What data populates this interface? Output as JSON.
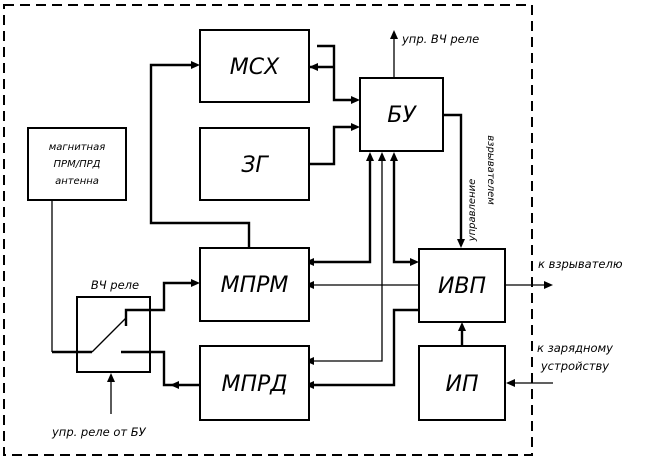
{
  "blocks": {
    "msx": "МСХ",
    "zg": "ЗГ",
    "bu": "БУ",
    "mprm": "МПРМ",
    "mprd": "МПРД",
    "ivp": "ИВП",
    "ip": "ИП",
    "antenna": [
      "магнитная",
      "ПРМ/ПРД",
      "антенна"
    ]
  },
  "labels": {
    "hf_relay": "ВЧ реле",
    "hf_relay_control": "упр. ВЧ реле",
    "relay_control_from_bu": "упр. реле от БУ",
    "fuze_control": [
      "управление",
      "взрывателем"
    ],
    "to_fuze": "к взрывателю",
    "to_charger": [
      "к зарядному",
      "устройству"
    ]
  },
  "colors": {
    "line": "#000000",
    "background": "#ffffff"
  }
}
